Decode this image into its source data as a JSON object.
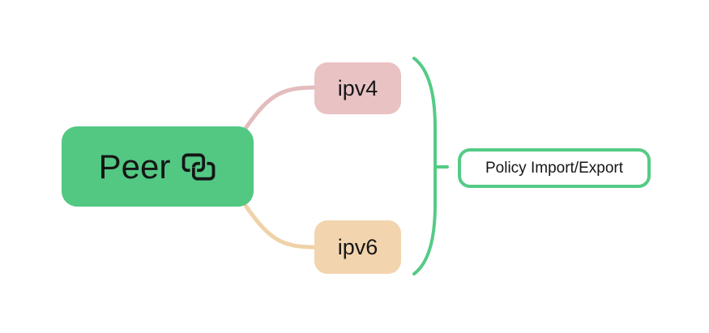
{
  "diagram": {
    "root": {
      "label": "Peer",
      "icon": "link-chain-icon"
    },
    "children": [
      {
        "label": "ipv4"
      },
      {
        "label": "ipv6"
      }
    ],
    "group_label": "Policy Import/Export"
  },
  "colors": {
    "peer_fill": "#52c883",
    "ipv4_fill": "#e9c2c4",
    "ipv6_fill": "#f2d4ae",
    "connector_ipv4": "#e3bcbe",
    "connector_ipv6": "#f0d2a8",
    "green_stroke": "#55cb85",
    "text": "#161616",
    "policy_fill": "#ffffff"
  }
}
